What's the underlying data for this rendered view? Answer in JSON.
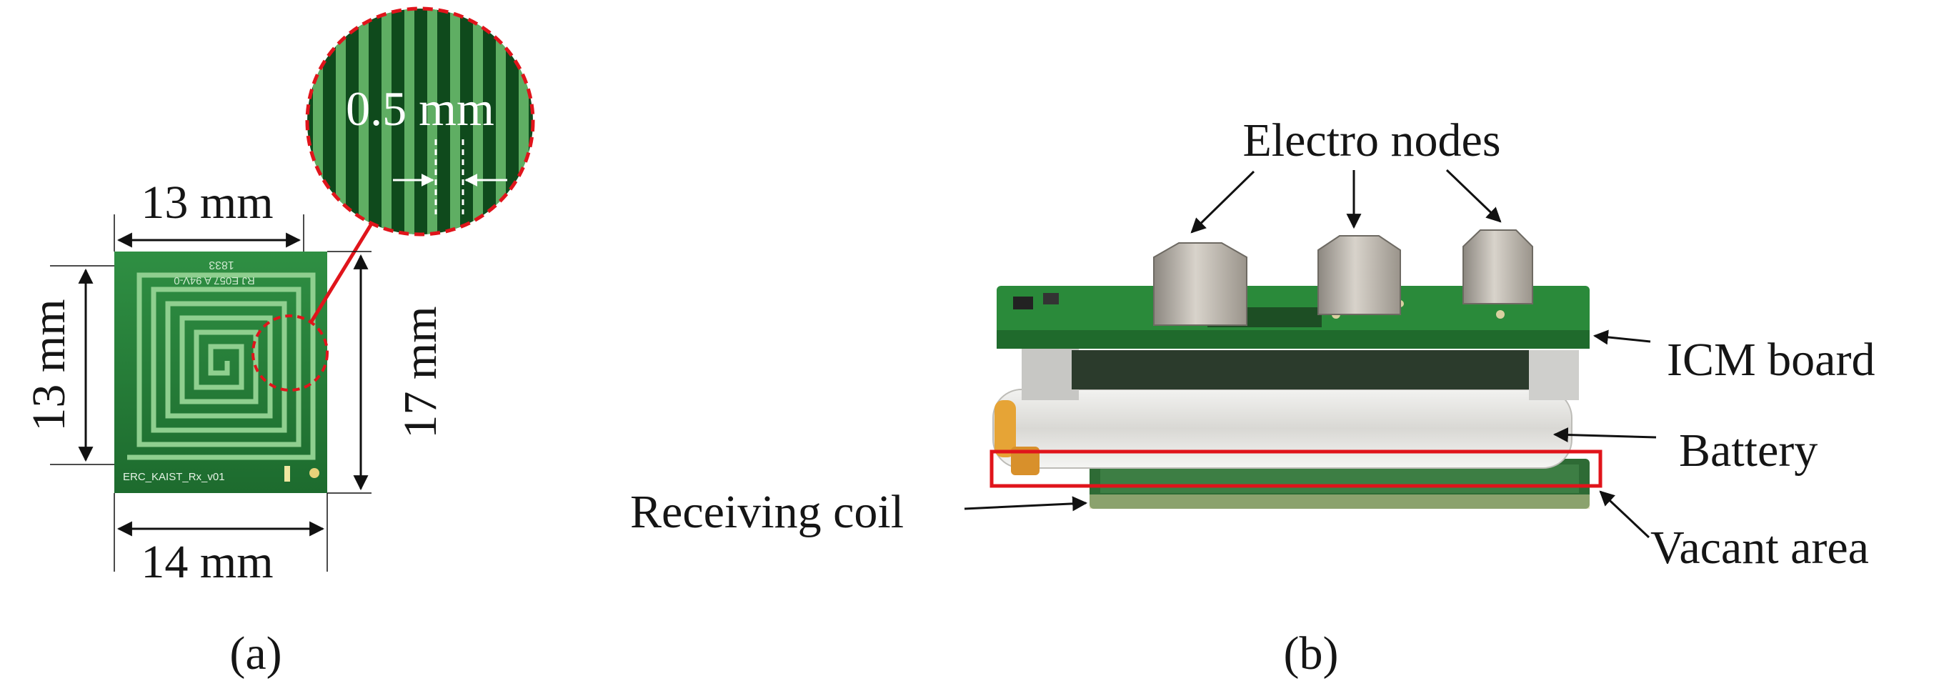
{
  "panel_a": {
    "zoom_label": "0.5 mm",
    "dim_top": "13 mm",
    "dim_left": "13 mm",
    "dim_right": "17 mm",
    "dim_bottom": "14 mm",
    "board_text_top": "1833",
    "board_text_top2": "RJ E057 A 94V-0",
    "board_text_bottom": "ERC_KAIST_Rx_v01",
    "caption": "(a)"
  },
  "panel_b": {
    "label_electro_nodes": "Electro nodes",
    "label_icm_board": "ICM board",
    "label_battery": "Battery",
    "label_receiving_coil": "Receiving coil",
    "label_vacant_area": "Vacant area",
    "caption": "(b)"
  },
  "colors": {
    "pcb_green": "#1f7a34",
    "trace_green": "#8fcf8f",
    "callout_red": "#e0141b",
    "component_silver": "#b8b3ab"
  }
}
